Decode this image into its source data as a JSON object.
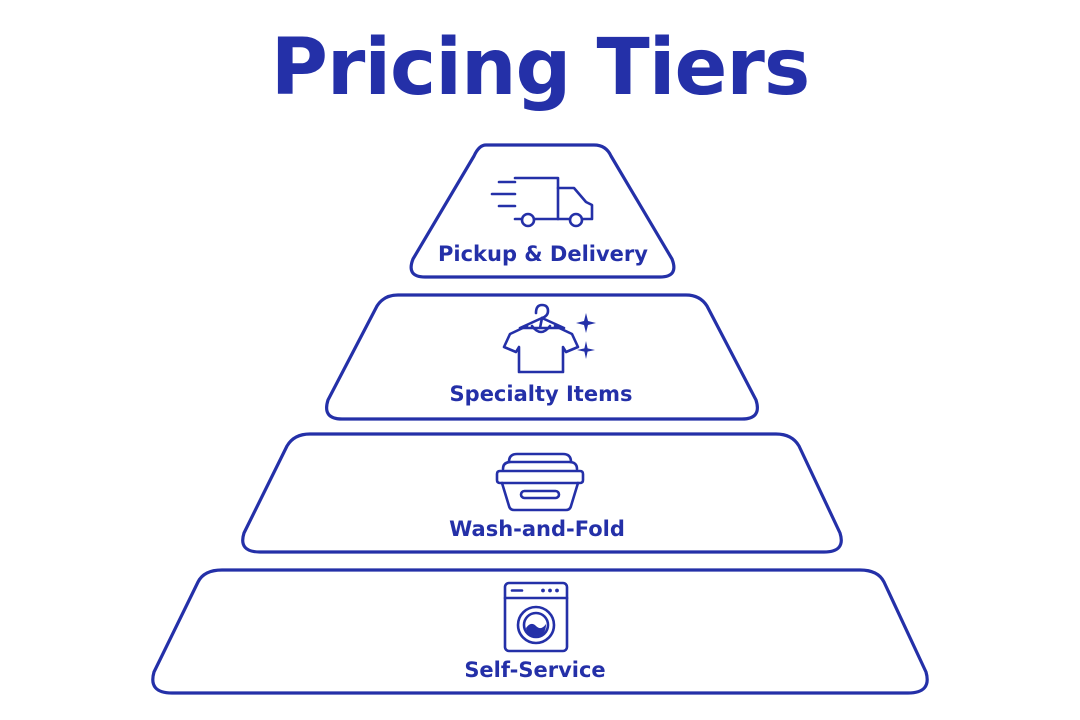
{
  "title": "Pricing Tiers",
  "accent_color": "#2430a8",
  "tiers": [
    {
      "label": "Pickup & Delivery",
      "icon": "delivery-truck-icon"
    },
    {
      "label": "Specialty Items",
      "icon": "shirt-hanger-sparkle-icon"
    },
    {
      "label": "Wash-and-Fold",
      "icon": "laundry-basket-icon"
    },
    {
      "label": "Self-Service",
      "icon": "washing-machine-icon"
    }
  ]
}
